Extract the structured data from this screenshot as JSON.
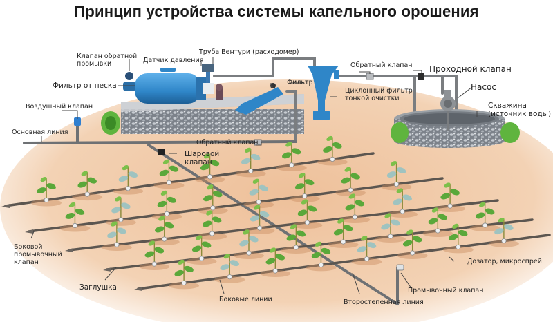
{
  "title": "Принцип устройства системы капельного орошения",
  "labels": {
    "backwash_valve": [
      "Клапан обратной",
      "промывки"
    ],
    "pressure_sensor": "Датчик давления",
    "venturi": "Труба Вентури (расходомер)",
    "sand_filter": "Фильтр от песка",
    "filter": "Фильтр",
    "check_valve_top": "Обратный клапан",
    "pass_valve": "Проходной клапан",
    "cyclone_filter": [
      "Циклонный фильтр",
      "тонкой очистки"
    ],
    "pump": "Насос",
    "well": [
      "Скважина",
      "(источник воды)"
    ],
    "air_valve": "Воздушный клапан",
    "main_line": "Основная линия",
    "check_valve_bottom": "Обратный клапан",
    "ball_valve": [
      "Шаровой",
      "клапан"
    ],
    "side_flush_valve": [
      "Боковой",
      "промывочный",
      "клапан"
    ],
    "end_plug": "Заглушка",
    "lateral_lines": "Боковые линии",
    "secondary_line": "Второстепенная линия",
    "flush_valve": "Промывочный клапан",
    "dripper": "Дозатор, микроспрей"
  },
  "colors": {
    "ground": "#f1c9a3",
    "equipment_blue": "#2f86c8",
    "pipe": "#6e6e6e",
    "gravel": "#8a8f96",
    "leaf": "#5aa83a"
  }
}
